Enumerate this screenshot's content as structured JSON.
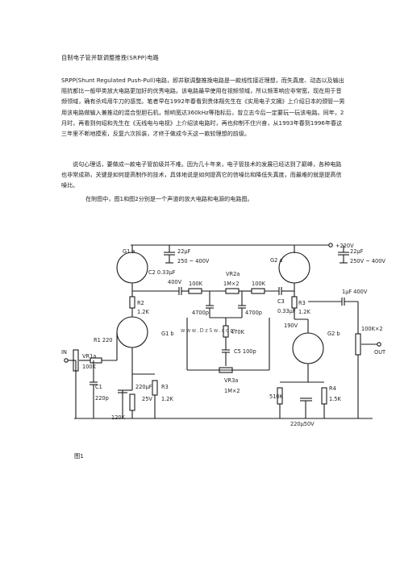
{
  "document": {
    "title": "自制电子管并联调整推挽(SRPP)电路",
    "paragraphs": [
      "SRPP(Shunt Regulated Push-Pull)电路，即并联调整推挽电路是一款线性接近理想，而失真度、动态以及输出阻抗都比一般甲类放大电路更加好的优秀电路。该电路最早使用在视频领域，所以频率响应非常宽，现在用于音频领域，确有杀鸡用牛刀的感觉。笔者早在1992年春看到贵体翔先生在《实用电子文摘》上介绍日本的颈管一男用该电路做输入兼推动的混合型胆石机，频响宽达360kHz等指标后，曾立志今后一定要玩一玩该电路。同年，2月时，再看到何绍和先生在《无线电与电视》上介绍该电路时，再也抑制不住兴奋，从1993年春到1996年春这三年里不断地摸索，反复六次拆装，才终于做成今天这一款较理想的前级。",
      "说句心理话，要做成一款电子管前级并不难。因为几十年来，电子管技术的发展已经达到了巅峰，各种电路也非常成熟，关键是如何提高制作的技术，具体地说是如何提高它的信噪比和降低失真度，而最难的就是提高信噪比。",
      "在附图中，图1和图2分别是一个声道的放大电路和电源的电路图。"
    ],
    "figure_caption": "图1"
  },
  "circuit": {
    "watermark": "www.DzSw.com",
    "labels": {
      "supply": "+220V",
      "g1a": "G1 a",
      "g1b": "G1 b",
      "g2a": "G2 a",
      "g2b": "G2 b",
      "c_top_l": "22μF",
      "c_top_l_v": "250 ~ 400V",
      "c_top_r": "22μF",
      "c_top_r_v": "250V ~ 400V",
      "c2": "C2 0.33μF",
      "v400": "400V",
      "r2": "R2",
      "r2v": "1.2K",
      "r100k_l": "100K",
      "vr2a": "VR2a",
      "vr2a_v": "1M×2",
      "r100k_r": "100K",
      "c4700_l": "4700p",
      "c4700_r": "4700p",
      "r470k": "470K",
      "c3": "C3",
      "c3v": "0.33μF",
      "r3": "R3",
      "r3v": "1.2K",
      "c_out": "1μF 400V",
      "v190": "190V",
      "c5": "C5 100p",
      "r1": "R1 220",
      "vr1a": "VR1a",
      "vr1a_v": "100K",
      "c1": "C1",
      "c1v": "220p",
      "c_bias": "220μF",
      "v25": "25V",
      "r3b": "R3",
      "r3bv": "1.2K",
      "r120k": "120K",
      "vr3a": "VR3a",
      "vr3a_v": "1M×2",
      "r510k": "510K",
      "r4": "R4",
      "r4v": "1.5K",
      "c_bot": "220μ50V",
      "r_out": "100K×2",
      "in": "IN",
      "out": "OUT"
    }
  }
}
